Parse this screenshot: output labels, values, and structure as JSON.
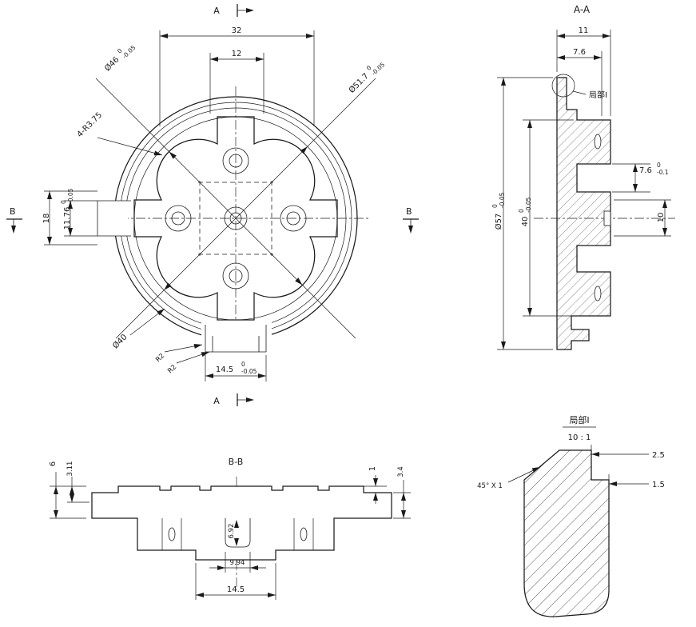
{
  "sheet": {
    "background": "#ffffff",
    "line_color": "#1a1a1a"
  },
  "front": {
    "section_a_top": "A",
    "section_a_bottom": "A",
    "section_b_left": "B",
    "section_b_right": "B",
    "dim_32": "32",
    "dim_12": "12",
    "dia46": {
      "value": "Ø46",
      "tol_upper": "0",
      "tol_lower": "-0.05"
    },
    "dia517": {
      "value": "Ø51.7",
      "tol_upper": "0",
      "tol_lower": "-0.05"
    },
    "fillet_label": "4-R3.75",
    "dim_18": "18",
    "dim_1176": {
      "value": "11.76",
      "tol_upper": "0",
      "tol_lower": "-0.05"
    },
    "dia40": "Ø40",
    "r2_a": "R2",
    "r2_b": "R2",
    "dim_145": {
      "value": "14.5",
      "tol_upper": "0",
      "tol_lower": "-0.05"
    }
  },
  "section_aa": {
    "title": "A-A",
    "dim_11": "11",
    "dim_76_top": "7.6",
    "dia57": {
      "value": "Ø57",
      "tol_upper": "0",
      "tol_lower": "-0.05"
    },
    "dim_40": {
      "value": "40",
      "tol_upper": "0",
      "tol_lower": "-0.05"
    },
    "dim_76_right": {
      "value": "7.6",
      "tol_upper": "0",
      "tol_lower": "-0.1"
    },
    "dim_10": "10",
    "detail_callout": "局部I"
  },
  "section_bb": {
    "title": "B-B",
    "dim_6": "6",
    "dim_311": "3.11",
    "dim_1": "1",
    "dim_34": "3.4",
    "dim_692": "6.92",
    "dim_994": "9.94",
    "dim_145": "14.5"
  },
  "detail": {
    "title": "局部I",
    "scale": "10 : 1",
    "dim_25": "2.5",
    "dim_15": "1.5",
    "chamfer": "45° X 1"
  }
}
